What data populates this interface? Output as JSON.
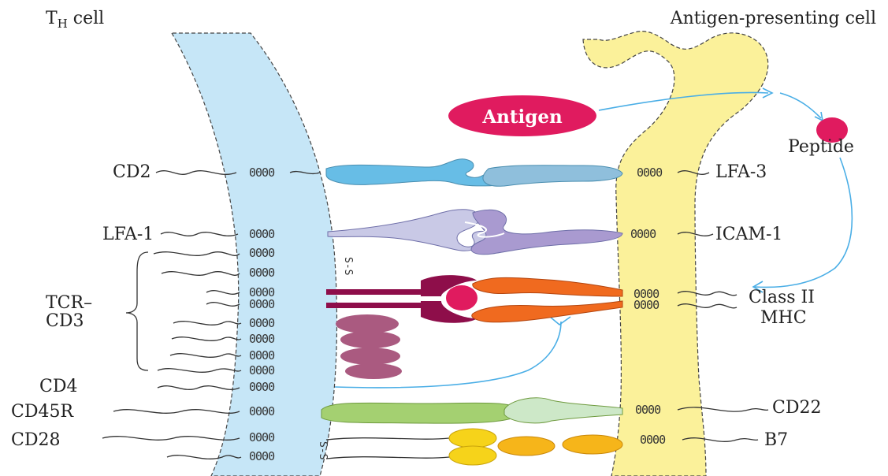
{
  "header": {
    "th_cell_prefix": "T",
    "th_cell_sub": "H",
    "th_cell_suffix": " cell",
    "apc_title": "Antigen-presenting cell"
  },
  "antigen": {
    "label": "Antigen"
  },
  "peptide": {
    "label": "Peptide"
  },
  "left_labels": {
    "cd2": "CD2",
    "lfa1": "LFA-1",
    "tcr": "TCR–",
    "cd3": "CD3",
    "cd4": "CD4",
    "cd45r": "CD45R",
    "cd28": "CD28"
  },
  "right_labels": {
    "lfa3": "LFA-3",
    "icam1": "ICAM-1",
    "class2": "Class II",
    "mhc": "MHC",
    "cd22": "CD22",
    "b7": "B7"
  },
  "membrane_coil": "0000",
  "disulfide": "S-S",
  "colors": {
    "th_membrane": "#c6e6f7",
    "apc_membrane": "#fbf19a",
    "antigen": "#e01b5f",
    "arrow": "#4aaee6",
    "cd2": "#67bde6",
    "lfa3": "#8fbfdc",
    "lfa1": "#c9c9e6",
    "icam1": "#a99ad0",
    "tcr": "#8e0e4a",
    "mhc": "#f06a1f",
    "cd3": "#aa5a80",
    "cd45r": "#a4d071",
    "cd22": "#cde8c8",
    "cd28": "#f6d31a",
    "b7": "#f6b51a"
  }
}
